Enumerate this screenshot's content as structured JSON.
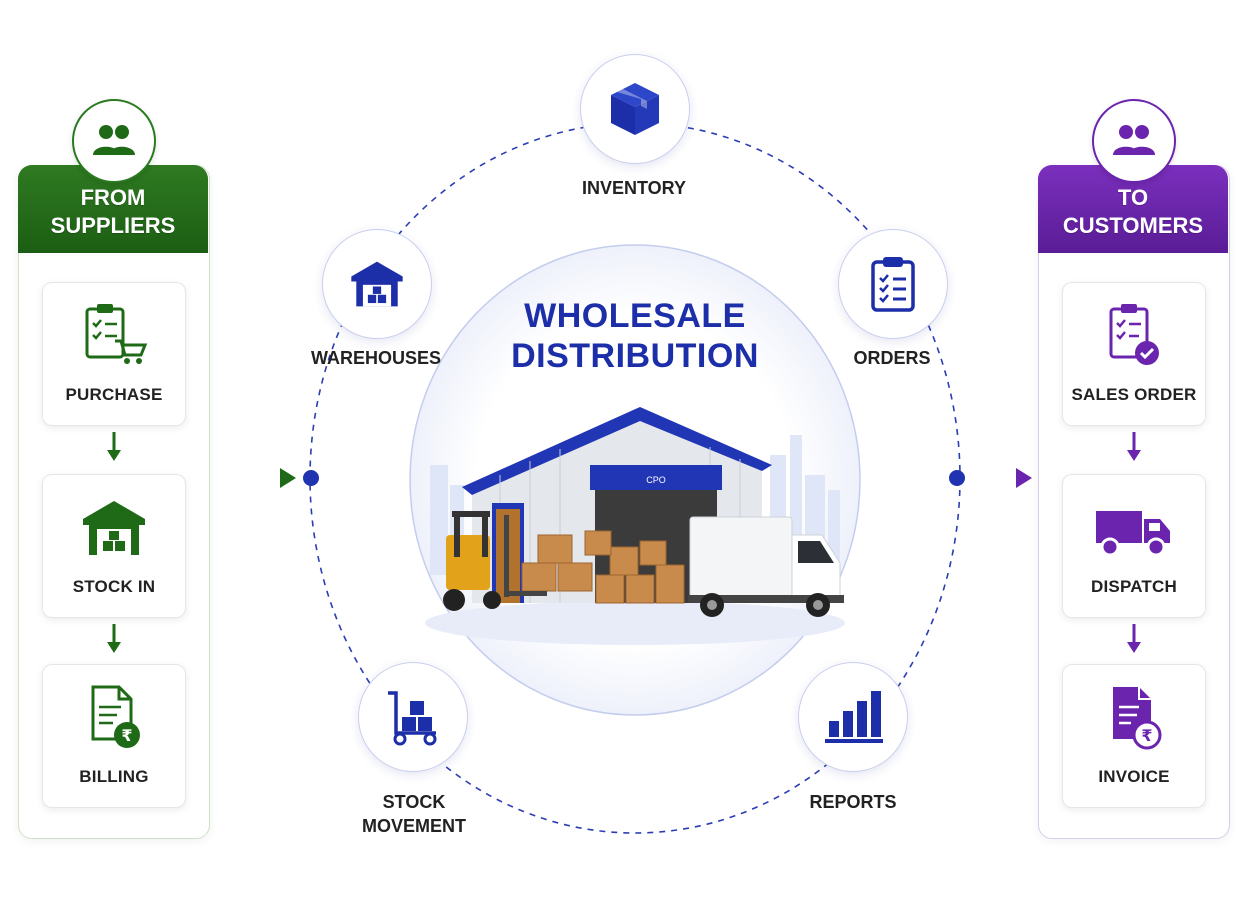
{
  "center": {
    "title_line1": "WHOLESALE",
    "title_line2": "DISTRIBUTION",
    "door_label": "CPO"
  },
  "left_panel": {
    "title_line1": "FROM",
    "title_line2": "SUPPLIERS",
    "steps": [
      {
        "label": "PURCHASE",
        "icon": "clipboard-cart-icon"
      },
      {
        "label": "STOCK IN",
        "icon": "warehouse-icon"
      },
      {
        "label": "BILLING",
        "icon": "bill-rupee-icon"
      }
    ]
  },
  "right_panel": {
    "title_line1": "TO",
    "title_line2": "CUSTOMERS",
    "steps": [
      {
        "label": "SALES ORDER",
        "icon": "clipboard-check-icon"
      },
      {
        "label": "DISPATCH",
        "icon": "truck-icon"
      },
      {
        "label": "INVOICE",
        "icon": "invoice-rupee-icon"
      }
    ]
  },
  "modules": {
    "inventory": "INVENTORY",
    "warehouses": "WAREHOUSES",
    "orders": "ORDERS",
    "stock_movement_line1": "STOCK",
    "stock_movement_line2": "MOVEMENT",
    "reports": "REPORTS"
  },
  "colors": {
    "green": "#1f6a16",
    "purple": "#6a24ad",
    "blue": "#1c2fa8",
    "dashed_ring": "#2a3db5"
  }
}
